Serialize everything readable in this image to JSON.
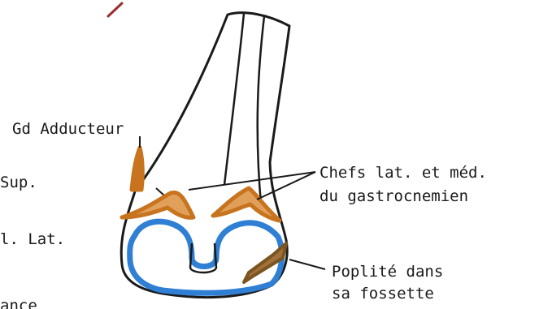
{
  "labels": {
    "grand_adducteur": "Gd Adducteur",
    "sup": "Sup.",
    "lat": "l. Lat.",
    "ance": "ance",
    "chefs_line1": "Chefs lat. et méd.",
    "chefs_line2": "du gastrocnemien",
    "poplite_line1": "Poplité  dans",
    "poplite_line2": "sa fossette"
  },
  "colors": {
    "outline": "#1a1a1a",
    "muscle_insertion": "#c8741f",
    "articular_cartilage": "#2f7fd4",
    "popliteus": "#7a5520",
    "accent_red": "#9b2c2c"
  }
}
